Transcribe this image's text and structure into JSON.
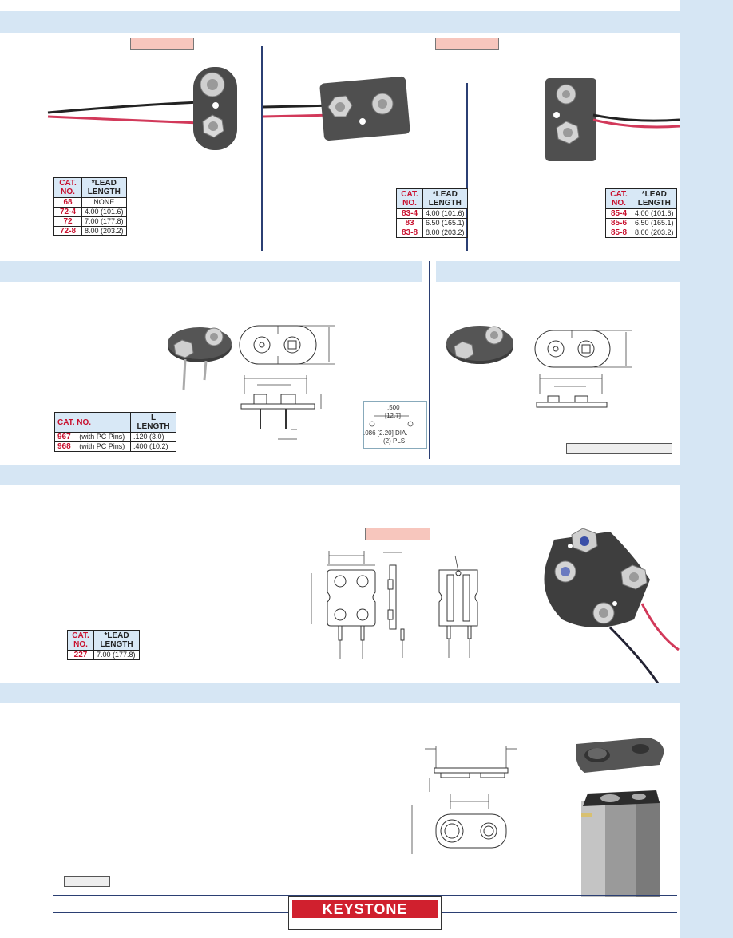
{
  "section1": {
    "table_a": {
      "headers": [
        "CAT. NO.",
        "*LEAD LENGTH"
      ],
      "rows": [
        [
          "68",
          "NONE"
        ],
        [
          "72-4",
          "4.00 (101.6)"
        ],
        [
          "72",
          "7.00 (177.8)"
        ],
        [
          "72-8",
          "8.00 (203.2)"
        ]
      ]
    },
    "table_b": {
      "headers": [
        "CAT. NO.",
        "*LEAD LENGTH"
      ],
      "rows": [
        [
          "83-4",
          "4.00 (101.6)"
        ],
        [
          "83",
          "6.50 (165.1)"
        ],
        [
          "83-8",
          "8.00 (203.2)"
        ]
      ]
    },
    "table_c": {
      "headers": [
        "CAT. NO.",
        "*LEAD LENGTH"
      ],
      "rows": [
        [
          "85-4",
          "4.00 (101.6)"
        ],
        [
          "85-6",
          "6.50 (165.1)"
        ],
        [
          "85-8",
          "8.00 (203.2)"
        ]
      ]
    }
  },
  "section2": {
    "table": {
      "header_cat": "CAT. NO.",
      "header_len_1": "L",
      "header_len_2": "LENGTH",
      "rows": [
        {
          "cat": "967",
          "note": "(with PC Pins)",
          "len": ".120  (3.0)"
        },
        {
          "cat": "968",
          "note": "(with PC Pins)",
          "len": ".400  (10.2)"
        }
      ]
    },
    "pin_note": {
      "spacing": ".500",
      "spacing_mm": "[12.7]",
      "hole": ".086 [2.20] DIA.",
      "qty": "(2) PLS"
    }
  },
  "section3": {
    "table": {
      "headers": [
        "CAT. NO.",
        "*LEAD LENGTH"
      ],
      "rows": [
        [
          "227",
          "7.00 (177.8)"
        ]
      ]
    }
  },
  "footer": {
    "logo": "KEYSTONE"
  }
}
